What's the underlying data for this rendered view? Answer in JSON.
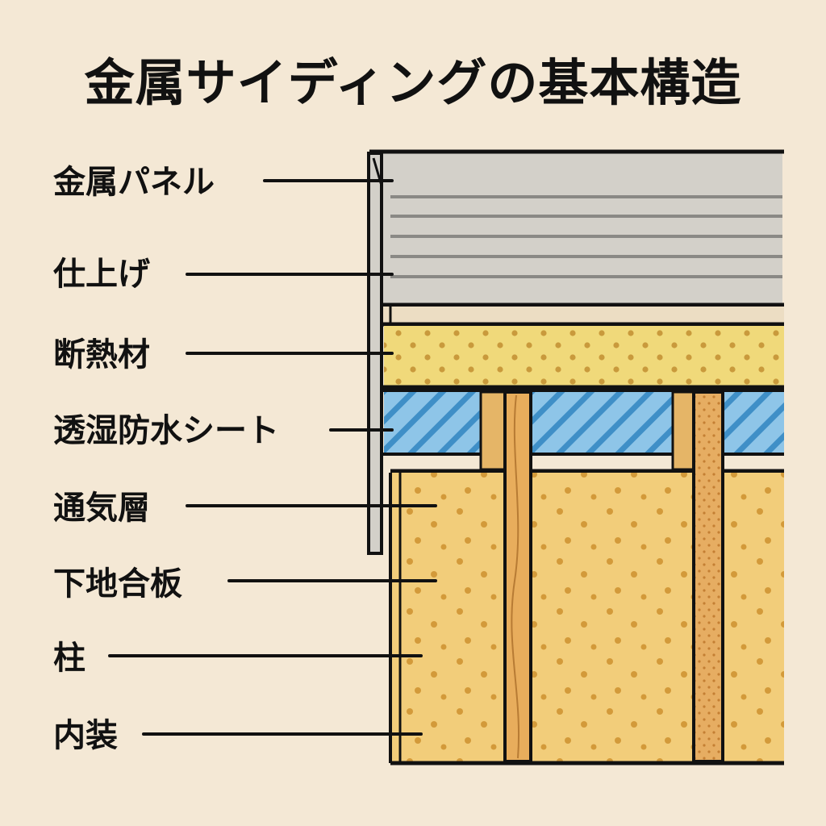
{
  "title": "金属サイディングの基本構造",
  "labels": [
    "金属パネル",
    "仕上げ",
    "断熱材",
    "透湿防水シート",
    "通気層",
    "下地合板",
    "柱",
    "内装"
  ],
  "colors": {
    "background": "#f4e8d5",
    "metal_panel": "#d3d0c9",
    "insulation": "#f0d97a",
    "membrane": "#8ec5e8",
    "stud": "#e5b567",
    "interior": "#f2cd7a",
    "outline": "#111111"
  }
}
